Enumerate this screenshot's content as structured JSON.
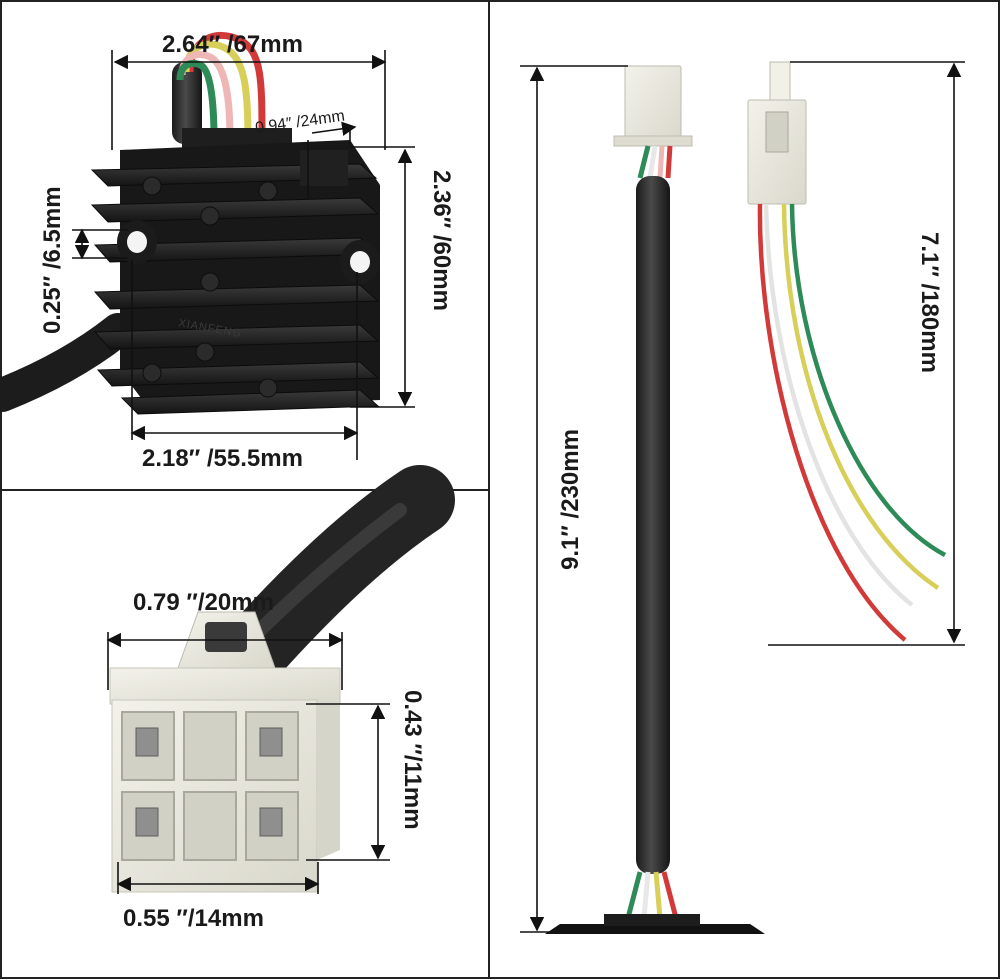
{
  "regulator": {
    "width_label": "2.64″ /67mm",
    "plug_label": "0.94″ /24mm",
    "height_label": "2.36″ /60mm",
    "hole_label": "0.25″ /6.5mm",
    "hole_spacing_label": "2.18″ /55.5mm",
    "brand_mark": "XIANFENG"
  },
  "connector": {
    "width_label": "0.79 ″/20mm",
    "height_label": "0.43 ″/11mm",
    "inner_width_label": "0.55 ″/14mm"
  },
  "harness": {
    "total_length_label": "9.1″ /230mm",
    "lead_length_label": "7.1″ /180mm"
  },
  "colors": {
    "wire_green": "#2e8b57",
    "wire_white": "#e8e8e8",
    "wire_yellow": "#d8cf5a",
    "wire_red": "#d23a3a",
    "cable_black": "#232323",
    "connector_ivory": "#e9e8df"
  }
}
